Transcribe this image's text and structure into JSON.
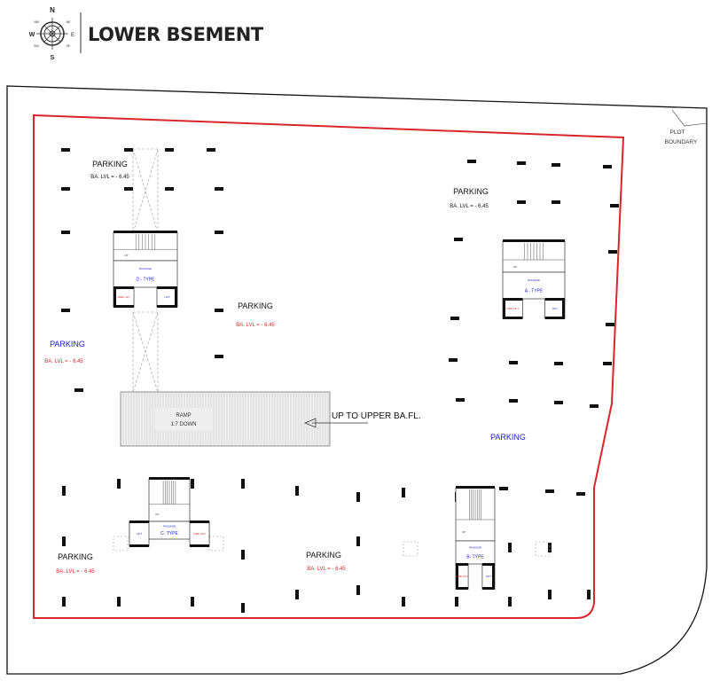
{
  "header": {
    "title": "LOWER BSEMENT",
    "compass": {
      "n": "N",
      "s": "S",
      "e": "E",
      "w": "W",
      "ne": "NE",
      "nw": "NW",
      "se": "SE",
      "sw": "SW"
    }
  },
  "plot_boundary_label": [
    "PLOT",
    "BOUNDARY"
  ],
  "colors": {
    "boundary_red": "#d8262b",
    "label_blue": "#1b1bd0",
    "level_red": "#d8262b",
    "ink": "#111111"
  },
  "parking_areas": [
    {
      "label": "PARKING",
      "level": "BA. LVL = - 6.45",
      "label_color": "black",
      "level_color": "black"
    },
    {
      "label": "PARKING",
      "level": "BA. LVL = - 6.45",
      "label_color": "black",
      "level_color": "black"
    },
    {
      "label": "PARKING",
      "level": "BA. LVL = - 6.45",
      "label_color": "black",
      "level_color": "red"
    },
    {
      "label": "PARKING",
      "level": "BA. LVL = - 6.45",
      "label_color": "blue",
      "level_color": "red"
    },
    {
      "label": "PARKING",
      "level": "",
      "label_color": "blue",
      "level_color": ""
    },
    {
      "label": "PARKING",
      "level": "BA. LVL = - 6.45",
      "label_color": "black",
      "level_color": "red"
    },
    {
      "label": "PARKING",
      "level": "BA. LVL = - 6.45",
      "label_color": "black",
      "level_color": "red"
    }
  ],
  "ramp": {
    "label": "RAMP",
    "slope": "1:7 DOWN",
    "arrow_label": "UP TO UPPER BA.FL."
  },
  "cores": [
    {
      "type": "D - TYPE",
      "passage": "PASSAGE",
      "fire_lift": "FIRE LIFT",
      "lift": "LIFT",
      "stair": "UP"
    },
    {
      "type": "A - TYPE",
      "passage": "PASSAGE",
      "fire_lift": "FIRE LIFT",
      "lift": "LIFT",
      "stair": "UP"
    },
    {
      "type": "C- TYPE",
      "passage": "PASSAGE",
      "fire_lift": "FIRE LIFT",
      "lift": "LIFT",
      "stair": "UP"
    },
    {
      "type": "B- TYPE",
      "passage": "PASSAGE",
      "fire_lift": "FIRE LIFT",
      "lift": "LIFT",
      "stair": "UP"
    }
  ]
}
